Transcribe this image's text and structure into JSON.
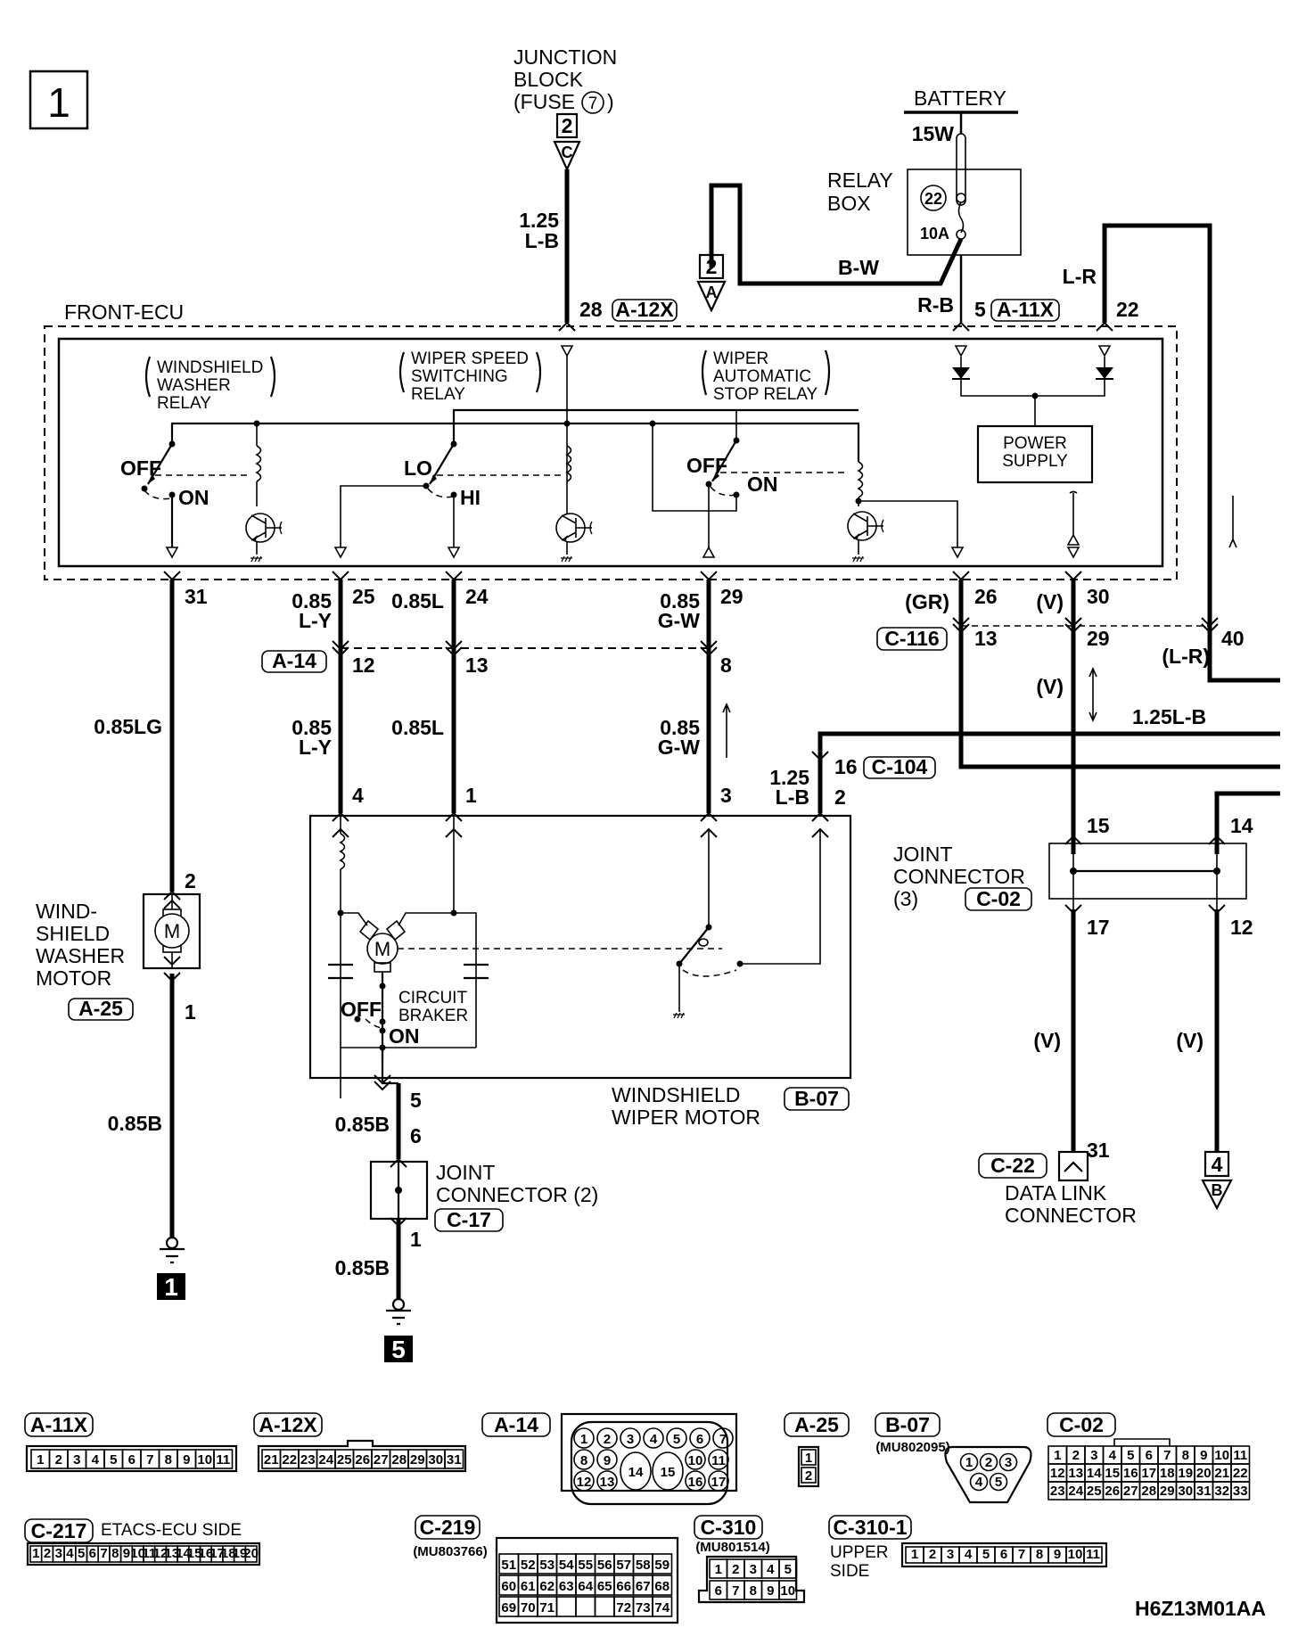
{
  "page": {
    "page_number": "1",
    "figure_code": "H6Z13M01AA"
  },
  "components": {
    "junction_block": {
      "line1": "JUNCTION",
      "line2": "BLOCK",
      "line3": "(FUSE",
      "fuse_no": "7",
      "line3_end": ")",
      "box_no": "2",
      "arrow_letter": "C"
    },
    "battery": {
      "label": "BATTERY",
      "wire": "15W"
    },
    "relay_box": {
      "line1": "RELAY",
      "line2": "BOX",
      "fuse_no": "22",
      "rating": "10A"
    },
    "ref_2a": {
      "box_no": "2",
      "arrow_letter": "A"
    },
    "front_ecu": {
      "label": "FRONT-ECU"
    },
    "washer_relay": {
      "line1": "WINDSHIELD",
      "line2": "WASHER",
      "line3": "RELAY",
      "off": "OFF",
      "on": "ON"
    },
    "speed_relay": {
      "line1": "WIPER SPEED",
      "line2": "SWITCHING",
      "line3": "RELAY",
      "lo": "LO",
      "hi": "HI"
    },
    "auto_stop_relay": {
      "line1": "WIPER",
      "line2": "AUTOMATIC",
      "line3": "STOP RELAY",
      "off": "OFF",
      "on": "ON"
    },
    "power_supply": {
      "line1": "POWER",
      "line2": "SUPPLY"
    },
    "washer_motor": {
      "line1": "WIND-",
      "line2": "SHIELD",
      "line3": "WASHER",
      "line4": "MOTOR",
      "connector": "A-25",
      "motor_symbol": "M"
    },
    "wiper_motor": {
      "line1": "WINDSHIELD",
      "line2": "WIPER MOTOR",
      "connector": "B-07",
      "motor_symbol": "M",
      "cb_line1": "CIRCUIT",
      "cb_line2": "BRAKER",
      "off": "OFF",
      "on": "ON"
    },
    "joint_connector_2": {
      "line1": "JOINT",
      "line2": "CONNECTOR (2)",
      "connector": "C-17"
    },
    "joint_connector_3": {
      "line1": "JOINT",
      "line2": "CONNECTOR",
      "line3": "(3)",
      "connector": "C-02"
    },
    "data_link": {
      "line1": "DATA LINK",
      "line2": "CONNECTOR",
      "connector": "C-22",
      "pin": "31"
    },
    "ref_4b": {
      "box_no": "4",
      "arrow_letter": "B"
    },
    "ground_1": {
      "label": "1"
    },
    "ground_5": {
      "label": "5"
    }
  },
  "wires": {
    "fuse_feed": {
      "gauge": "1.25",
      "color": "L-B",
      "pin": "28",
      "connector": "A-12X"
    },
    "bw": {
      "color": "B-W"
    },
    "rb": {
      "color": "R-B",
      "pin": "5",
      "connector": "A-11X"
    },
    "lr": {
      "color": "L-R",
      "pin": "22"
    },
    "p31": {
      "pin": "31",
      "label": "0.85LG",
      "motor_pin_top": "2",
      "motor_pin_bottom": "1",
      "ground_wire": "0.85B"
    },
    "p25": {
      "pin": "25",
      "gauge": "0.85",
      "color": "L-Y",
      "a14_pin": "12",
      "gauge2": "0.85",
      "color2": "L-Y",
      "motor_pin": "4"
    },
    "p24": {
      "pin": "24",
      "label": "0.85L",
      "a14_pin": "13",
      "label2": "0.85L",
      "motor_pin": "1"
    },
    "p29": {
      "pin": "29",
      "gauge": "0.85",
      "color": "G-W",
      "a14_pin": "8",
      "gauge2": "0.85",
      "color2": "G-W",
      "motor_pin": "3"
    },
    "a14": {
      "connector": "A-14"
    },
    "p26": {
      "pin": "26",
      "color": "(GR)",
      "c116_pin": "13"
    },
    "p30": {
      "pin": "30",
      "color": "(V)",
      "c116_pin": "29",
      "color2": "(V)"
    },
    "c116": {
      "connector": "C-116"
    },
    "p40": {
      "pin": "40",
      "color": "(L-R)"
    },
    "lb_bus": {
      "label": "1.25L-B"
    },
    "c104": {
      "pin": "16",
      "connector": "C-104",
      "gauge": "1.25",
      "color": "L-B",
      "motor_pin": "2"
    },
    "ground_path": {
      "motor_pin": "5",
      "label1": "0.85B",
      "jc_pin_in": "6",
      "jc_pin_out": "1",
      "label2": "0.85B"
    },
    "jc3": {
      "pin_15": "15",
      "pin_14": "14",
      "pin_17": "17",
      "pin_12": "12",
      "color_left": "(V)",
      "color_right": "(V)"
    }
  },
  "connector_legend": {
    "a11x": {
      "name": "A-11X",
      "pins": [
        "1",
        "2",
        "3",
        "4",
        "5",
        "6",
        "7",
        "8",
        "9",
        "10",
        "11"
      ]
    },
    "a12x": {
      "name": "A-12X",
      "pins": [
        "21",
        "22",
        "23",
        "24",
        "25",
        "26",
        "27",
        "28",
        "29",
        "30",
        "31"
      ]
    },
    "a14": {
      "name": "A-14",
      "row1": [
        "1",
        "2",
        "3",
        "4",
        "5",
        "6",
        "7"
      ],
      "row2": [
        "8",
        "9",
        "10",
        "11"
      ],
      "row3": [
        "12",
        "13",
        "16",
        "17"
      ],
      "big": [
        "14",
        "15"
      ]
    },
    "a25": {
      "name": "A-25",
      "pins": [
        "1",
        "2"
      ]
    },
    "b07": {
      "name": "B-07",
      "part": "(MU802095)",
      "pins": [
        "1",
        "2",
        "3",
        "4",
        "5"
      ]
    },
    "c02": {
      "name": "C-02",
      "rows": [
        [
          "1",
          "2",
          "3",
          "4",
          "5",
          "6",
          "7",
          "8",
          "9",
          "10",
          "11"
        ],
        [
          "12",
          "13",
          "14",
          "15",
          "16",
          "17",
          "18",
          "19",
          "20",
          "21",
          "22"
        ],
        [
          "23",
          "24",
          "25",
          "26",
          "27",
          "28",
          "29",
          "30",
          "31",
          "32",
          "33"
        ]
      ]
    },
    "c217": {
      "name": "C-217",
      "side": "ETACS-ECU SIDE",
      "pins": [
        "1",
        "2",
        "3",
        "4",
        "5",
        "6",
        "7",
        "8",
        "9",
        "10",
        "11",
        "12",
        "13",
        "14",
        "15",
        "16",
        "17",
        "18",
        "19",
        "20"
      ]
    },
    "c219": {
      "name": "C-219",
      "part": "(MU803766)",
      "rows": [
        [
          "51",
          "52",
          "53",
          "54",
          "55",
          "56",
          "57",
          "58",
          "59"
        ],
        [
          "60",
          "61",
          "62",
          "63",
          "64",
          "65",
          "66",
          "67",
          "68"
        ],
        [
          "69",
          "70",
          "71",
          "",
          "",
          "",
          "72",
          "73",
          "74"
        ]
      ]
    },
    "c310": {
      "name": "C-310",
      "part": "(MU801514)",
      "rows": [
        [
          "1",
          "2",
          "3",
          "4",
          "5"
        ],
        [
          "6",
          "7",
          "8",
          "9",
          "10"
        ]
      ]
    },
    "c3101": {
      "name": "C-310-1",
      "side_line1": "UPPER",
      "side_line2": "SIDE",
      "pins": [
        "1",
        "2",
        "3",
        "4",
        "5",
        "6",
        "7",
        "8",
        "9",
        "10",
        "11"
      ]
    }
  }
}
